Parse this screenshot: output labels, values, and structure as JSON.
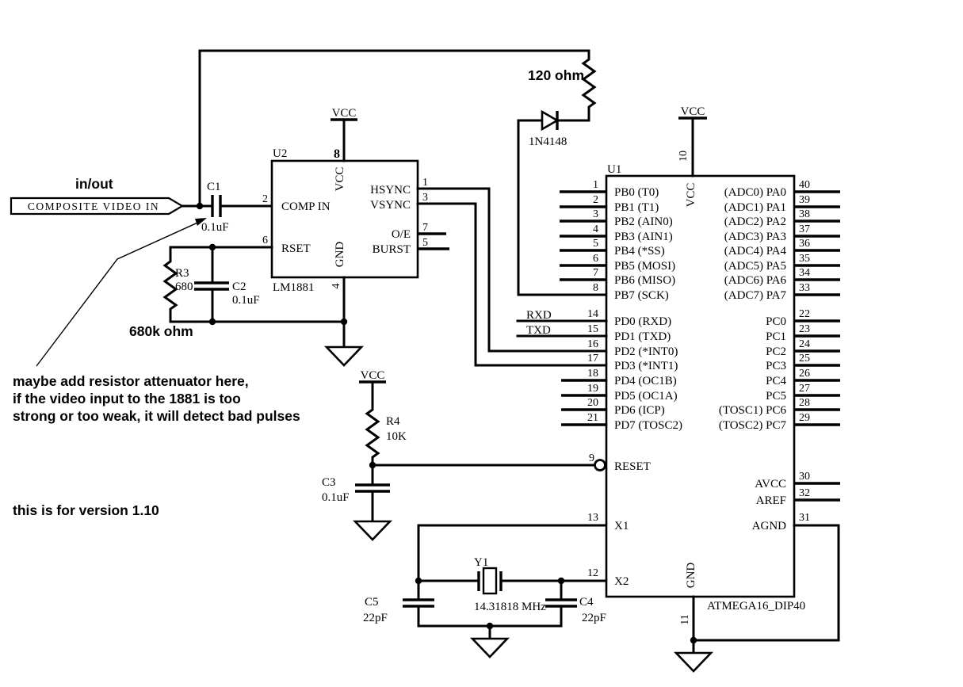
{
  "annotations": {
    "in_out": "in/out",
    "attenuator_note": [
      "maybe add resistor attenuator here,",
      "if the video input to the 1881 is too",
      "strong or too weak, it will detect bad pulses"
    ],
    "version_note": "this is for version 1.10",
    "r120_label": "120 ohm",
    "r680k_label": "680k ohm"
  },
  "connector": {
    "label": "COMPOSITE VIDEO IN"
  },
  "power": {
    "vcc_label": "VCC"
  },
  "nets": {
    "rxd": "RXD",
    "txd": "TXD"
  },
  "components": {
    "c1": {
      "ref": "C1",
      "value": "0.1uF"
    },
    "c2": {
      "ref": "C2",
      "value": "0.1uF"
    },
    "c3": {
      "ref": "C3",
      "value": "0.1uF"
    },
    "c4": {
      "ref": "C4",
      "value": "22pF"
    },
    "c5": {
      "ref": "C5",
      "value": "22pF"
    },
    "r3": {
      "ref": "R3",
      "value": "680"
    },
    "r4": {
      "ref": "R4",
      "value": "10K"
    },
    "d1": {
      "value": "1N4148"
    },
    "y1": {
      "ref": "Y1",
      "value": "14.31818 MHz"
    }
  },
  "u2": {
    "ref": "U2",
    "part": "LM1881",
    "pins": {
      "comp_in": {
        "num": "2",
        "label": "COMP IN"
      },
      "rset": {
        "num": "6",
        "label": "RSET"
      },
      "vcc": {
        "num": "8",
        "label": "VCC"
      },
      "gnd": {
        "num": "4",
        "label": "GND"
      },
      "hsync": {
        "num": "1",
        "label": "HSYNC"
      },
      "vsync": {
        "num": "3",
        "label": "VSYNC"
      },
      "oe": {
        "num": "7",
        "label": "O/E"
      },
      "burst": {
        "num": "5",
        "label": "BURST"
      }
    }
  },
  "u1": {
    "ref": "U1",
    "part": "ATMEGA16_DIP40",
    "pb": [
      {
        "num": "1",
        "label": "PB0 (T0)"
      },
      {
        "num": "2",
        "label": "PB1 (T1)"
      },
      {
        "num": "3",
        "label": "PB2 (AIN0)"
      },
      {
        "num": "4",
        "label": "PB3 (AIN1)"
      },
      {
        "num": "5",
        "label": "PB4 (*SS)"
      },
      {
        "num": "6",
        "label": "PB5 (MOSI)"
      },
      {
        "num": "7",
        "label": "PB6 (MISO)"
      },
      {
        "num": "8",
        "label": "PB7 (SCK)"
      }
    ],
    "pd": [
      {
        "num": "14",
        "label": "PD0 (RXD)"
      },
      {
        "num": "15",
        "label": "PD1 (TXD)"
      },
      {
        "num": "16",
        "label": "PD2 (*INT0)"
      },
      {
        "num": "17",
        "label": "PD3 (*INT1)"
      },
      {
        "num": "18",
        "label": "PD4 (OC1B)"
      },
      {
        "num": "19",
        "label": "PD5 (OC1A)"
      },
      {
        "num": "20",
        "label": "PD6 (ICP)"
      },
      {
        "num": "21",
        "label": "PD7 (TOSC2)"
      }
    ],
    "pa": [
      {
        "num": "40",
        "label": "(ADC0) PA0"
      },
      {
        "num": "39",
        "label": "(ADC1) PA1"
      },
      {
        "num": "38",
        "label": "(ADC2) PA2"
      },
      {
        "num": "37",
        "label": "(ADC3) PA3"
      },
      {
        "num": "36",
        "label": "(ADC4) PA4"
      },
      {
        "num": "35",
        "label": "(ADC5) PA5"
      },
      {
        "num": "34",
        "label": "(ADC6) PA6"
      },
      {
        "num": "33",
        "label": "(ADC7) PA7"
      }
    ],
    "pc": [
      {
        "num": "22",
        "label": "PC0"
      },
      {
        "num": "23",
        "label": "PC1"
      },
      {
        "num": "24",
        "label": "PC2"
      },
      {
        "num": "25",
        "label": "PC3"
      },
      {
        "num": "26",
        "label": "PC4"
      },
      {
        "num": "27",
        "label": "PC5"
      },
      {
        "num": "28",
        "label": "(TOSC1) PC6"
      },
      {
        "num": "29",
        "label": "(TOSC2) PC7"
      }
    ],
    "vcc": {
      "num": "10",
      "label": "VCC"
    },
    "gnd": {
      "num": "11",
      "label": "GND"
    },
    "reset": {
      "num": "9",
      "label": "RESET"
    },
    "x1": {
      "num": "13",
      "label": "X1"
    },
    "x2": {
      "num": "12",
      "label": "X2"
    },
    "avcc": {
      "num": "30",
      "label": "AVCC"
    },
    "aref": {
      "num": "32",
      "label": "AREF"
    },
    "agnd": {
      "num": "31",
      "label": "AGND"
    }
  }
}
